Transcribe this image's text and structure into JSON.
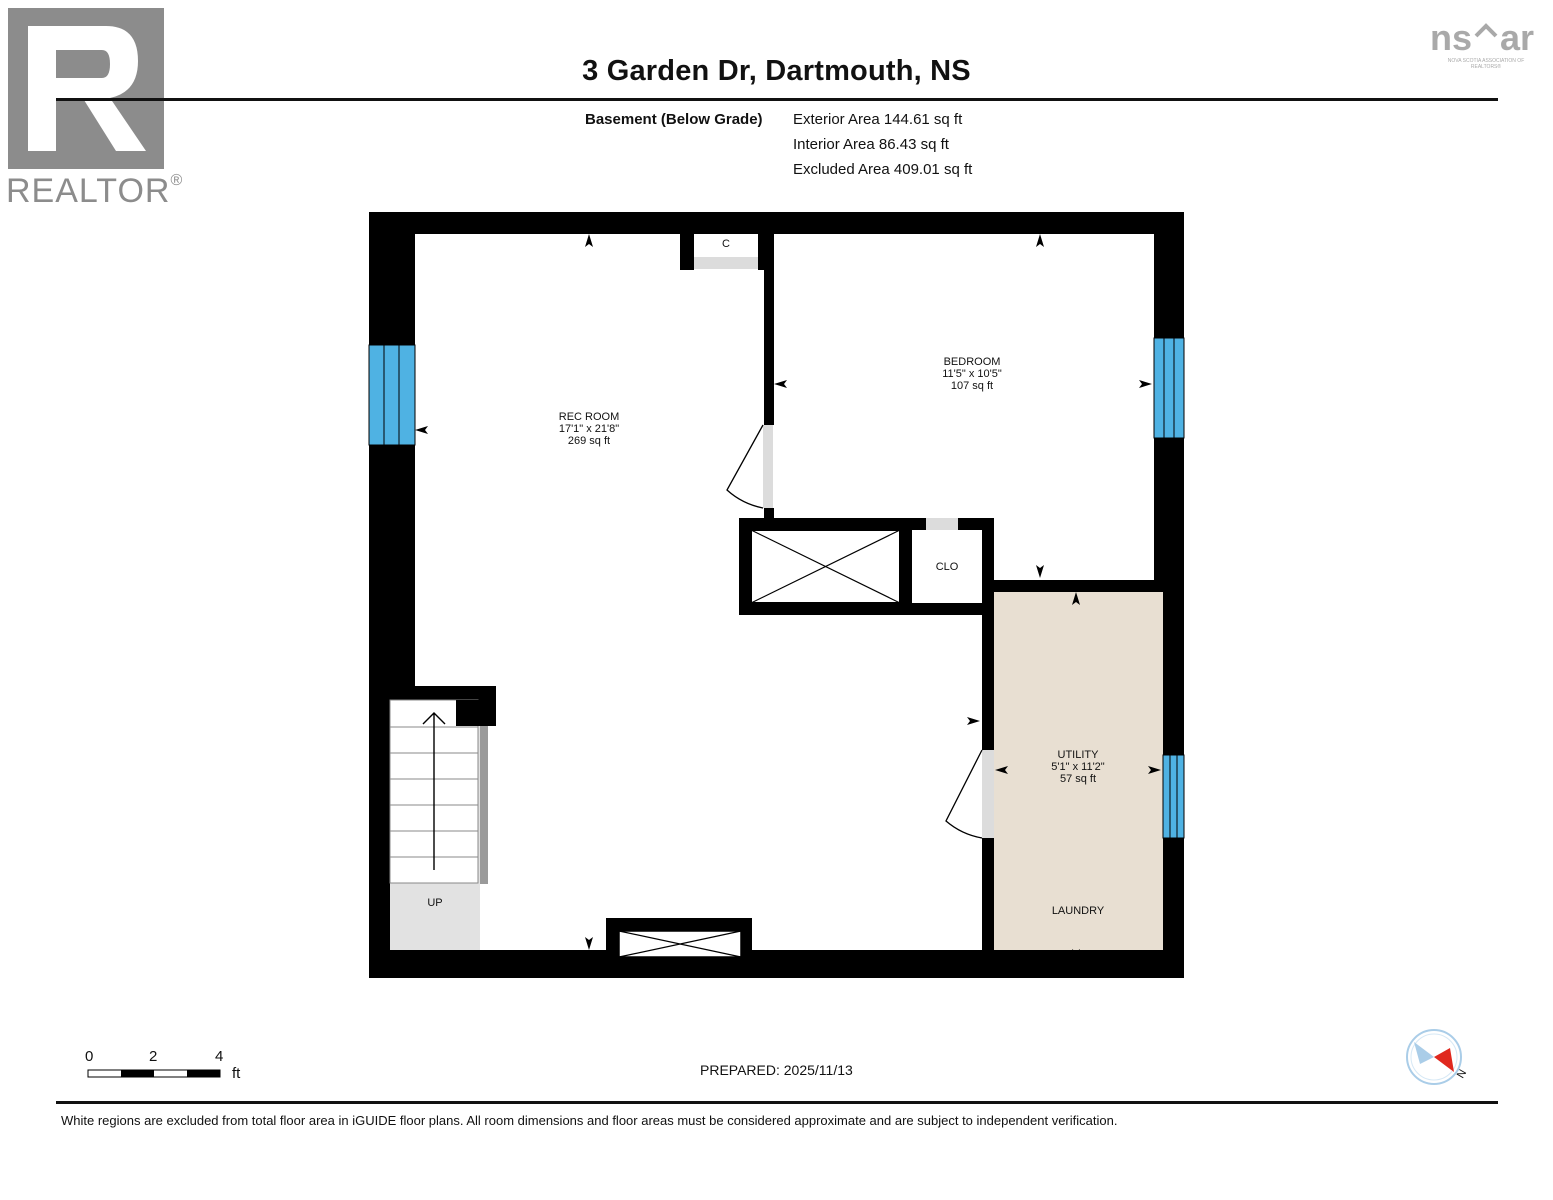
{
  "header": {
    "title": "3 Garden Dr, Dartmouth, NS"
  },
  "logos": {
    "realtor_text": "REALTOR",
    "realtor_reg": "®",
    "nsar_text": "ns^ar",
    "nsar_sub": "NOVA SCOTIA ASSOCIATION OF REALTORS®"
  },
  "level": {
    "name": "Basement (Below Grade)",
    "exterior_area": "Exterior Area 144.61 sq ft",
    "interior_area": "Interior Area 86.43 sq ft",
    "excluded_area": "Excluded Area 409.01 sq ft"
  },
  "rooms": {
    "rec_room": {
      "name": "REC ROOM",
      "dims": "17'1\" x 21'8\"",
      "area": "269 sq ft"
    },
    "bedroom": {
      "name": "BEDROOM",
      "dims": "11'5\" x 10'5\"",
      "area": "107 sq ft"
    },
    "utility": {
      "name": "UTILITY",
      "dims": "5'1\" x 11'2\"",
      "area": "57 sq ft"
    },
    "laundry": {
      "name": "LAUNDRY"
    },
    "closet_c": {
      "name": "C"
    },
    "closet_clo": {
      "name": "CLO"
    },
    "stairs": {
      "name": "UP"
    }
  },
  "scale": {
    "labels": [
      "0",
      "2",
      "4"
    ],
    "unit": "ft"
  },
  "prepared": "PREPARED: 2025/11/13",
  "compass": {
    "north_label": "N"
  },
  "footer": {
    "disclaimer": "White regions are excluded from total floor area in iGUIDE floor plans. All room dimensions and floor areas must be considered approximate and are subject to independent verification."
  },
  "colors": {
    "wall": "#000000",
    "window": "#4fb2e3",
    "utility_fill": "#e8dfd2",
    "stair_fill": "#e2e2e2",
    "door_fill": "#dcdcdc",
    "logo_gray": "#8c8c8c",
    "compass_red": "#e0281e",
    "compass_ring": "#aacde8"
  }
}
